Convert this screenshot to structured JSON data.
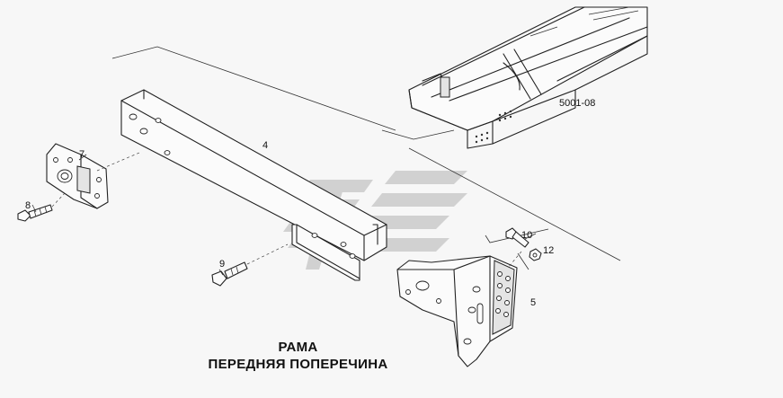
{
  "diagram": {
    "ref_code": "5001-08",
    "title_line1": "РАМА",
    "title_line2": "ПЕРЕДНЯЯ ПОПЕРЕЧИНА",
    "callouts": {
      "p4": "4",
      "p5": "5",
      "p7": "7",
      "p8": "8",
      "p9": "9",
      "p10": "10",
      "p12": "12"
    },
    "colors": {
      "line": "#222222",
      "watermark": "#9a9a9a",
      "background": "#f7f7f7"
    }
  }
}
